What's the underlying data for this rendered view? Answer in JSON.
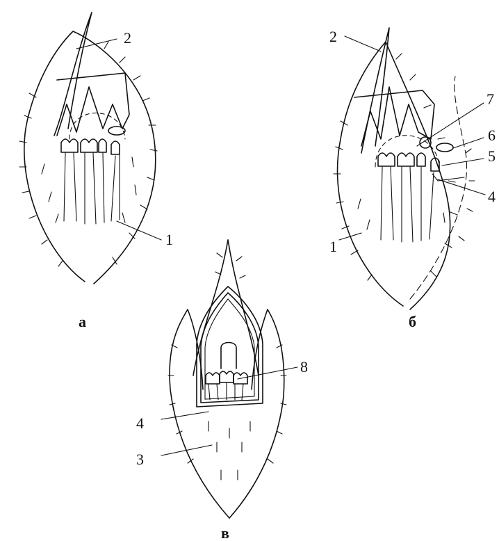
{
  "panels": {
    "a": {
      "caption": "а",
      "callouts": {
        "c1": "1",
        "c2": "2"
      }
    },
    "b": {
      "caption": "б",
      "callouts": {
        "c1": "1",
        "c2": "2",
        "c4": "4",
        "c5": "5",
        "c6": "6",
        "c7": "7"
      }
    },
    "c": {
      "caption": "в",
      "callouts": {
        "c3": "3",
        "c4": "4",
        "c8": "8"
      }
    }
  }
}
